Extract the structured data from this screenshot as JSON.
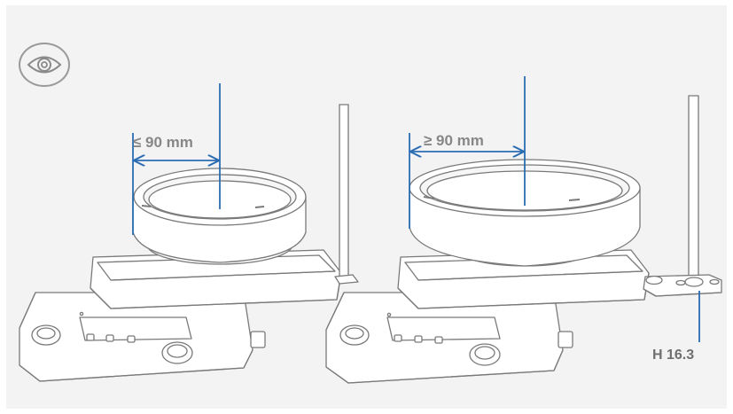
{
  "view_icon": "eye-icon",
  "left_setup": {
    "dimension_label": "≤ 90 mm"
  },
  "right_setup": {
    "dimension_label": "≥ 90 mm",
    "accessory_label": "H 16.3"
  },
  "colors": {
    "dimension": "#2a6cb3",
    "outline": "#7a7a7a",
    "background": "#f3f3f3"
  }
}
